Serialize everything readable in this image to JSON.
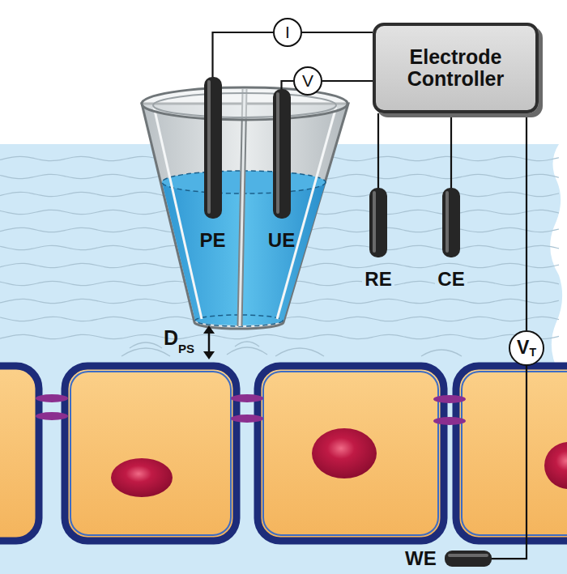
{
  "diagram": {
    "nodes": [
      {
        "text": [
          "I"
        ]
      },
      {
        "text": [
          "V"
        ]
      },
      {
        "text": [
          "Electrode Controller"
        ]
      },
      {
        "text": [
          "PE"
        ]
      },
      {
        "text": [
          "UE"
        ]
      },
      {
        "text": [
          "RE"
        ]
      },
      {
        "text": [
          "CE"
        ]
      },
      {
        "text": [
          "V",
          "T"
        ]
      },
      {
        "text": [
          "WE"
        ]
      }
    ],
    "edges": [
      {
        "from": 0,
        "to": 2,
        "arrow": "none"
      },
      {
        "from": 1,
        "to": 2,
        "arrow": "none"
      },
      {
        "from": 0,
        "to": 3,
        "arrow": "none"
      },
      {
        "from": 1,
        "to": 4,
        "arrow": "none"
      },
      {
        "from": 2,
        "to": 5,
        "arrow": "none"
      },
      {
        "from": 2,
        "to": 6,
        "arrow": "none"
      },
      {
        "from": 2,
        "to": 7,
        "arrow": "none"
      },
      {
        "from": 7,
        "to": 8,
        "arrow": "none"
      }
    ],
    "labels": [
      "D",
      "PS"
    ]
  }
}
